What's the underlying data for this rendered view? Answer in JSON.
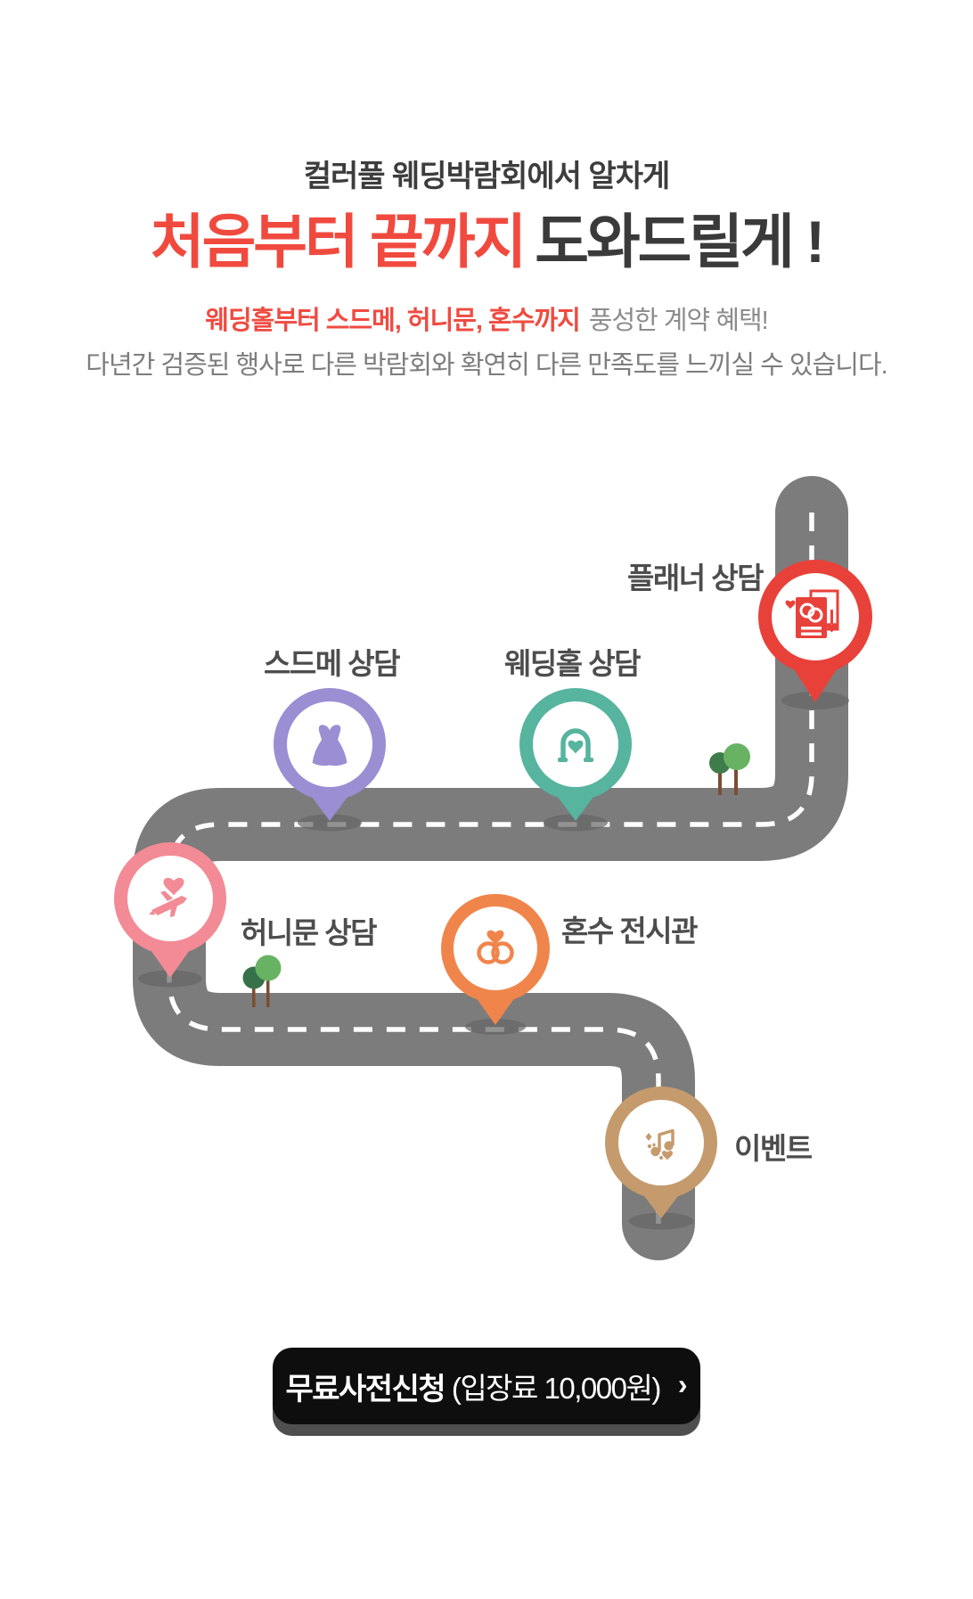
{
  "header": {
    "eyebrow": "컬러풀 웨딩박람회에서 알차게",
    "title_red": "처음부터 끝까지",
    "title_dark": "도와드릴게 !",
    "subtitle_red": "웨딩홀부터 스드메, 허니문, 혼수까지",
    "subtitle_gray": "풍성한 계약 혜택!",
    "description": "다년간 검증된 행사로 다른 박람회와 확연히 다른 만족도를 느끼실 수 있습니다."
  },
  "colors": {
    "accent_red": "#f04a3f",
    "text_dark": "#3a3a3a",
    "text_gray": "#7d7d7d",
    "label_gray": "#4d4d4d",
    "road_gray": "#7c7c7c",
    "button_black": "#0e0e0e"
  },
  "map": {
    "road_color": "#7c7c7c",
    "dash_color": "#ffffff",
    "stations": [
      {
        "id": "planner",
        "label": "플래너 상담",
        "color": "#e8413a",
        "icon": "wedding-planner-book-icon"
      },
      {
        "id": "sdm",
        "label": "스드메 상담",
        "color": "#9b8ed3",
        "icon": "wedding-dress-icon"
      },
      {
        "id": "hall",
        "label": "웨딩홀 상담",
        "color": "#57b49e",
        "icon": "wedding-arch-icon"
      },
      {
        "id": "honeymoon",
        "label": "허니문 상담",
        "color": "#f28b95",
        "icon": "honeymoon-plane-heart-icon"
      },
      {
        "id": "honsu",
        "label": "혼수 전시관",
        "color": "#f0854c",
        "icon": "wedding-rings-icon"
      },
      {
        "id": "event",
        "label": "이벤트",
        "color": "#c59b6d",
        "icon": "music-sparkle-icon"
      }
    ],
    "decorations": [
      {
        "icon": "tree-icon",
        "position": "upper-road-right"
      },
      {
        "icon": "tree-icon",
        "position": "lower-road-left"
      }
    ]
  },
  "cta": {
    "label_bold": "무료사전신청",
    "label_regular": " (입장료 10,000원)",
    "arrow": "›"
  }
}
